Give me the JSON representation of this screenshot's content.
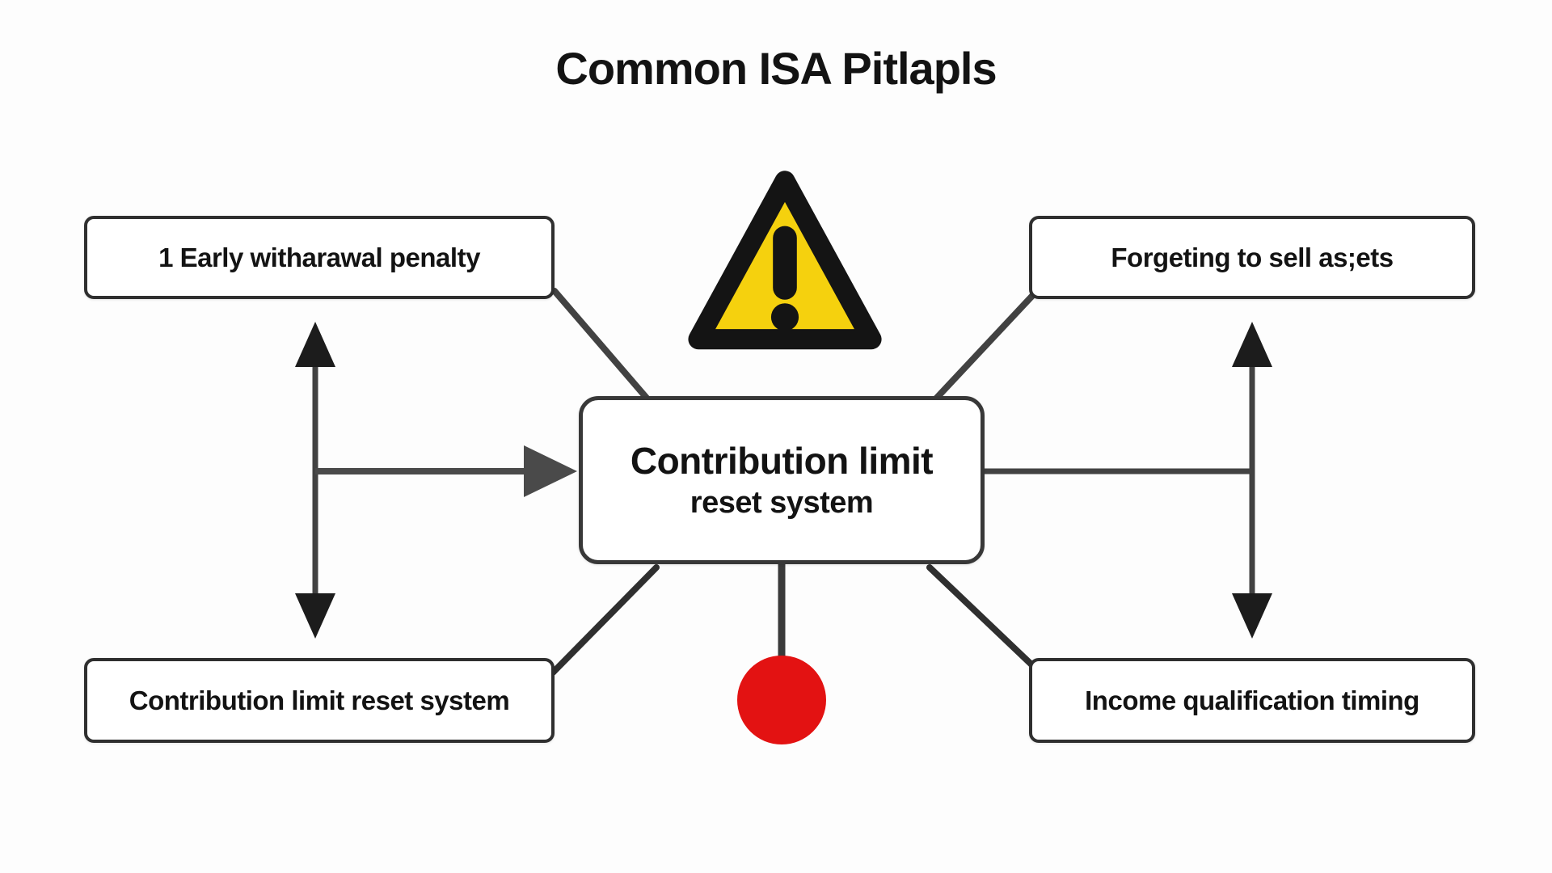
{
  "title": "Common ISA Pitlapls",
  "center": {
    "line1": "Contribution limit",
    "line2": "reset system"
  },
  "nodes": {
    "top_left": "1 Early witharawal penalty",
    "top_right": "Forgeting to sell as;ets",
    "bottom_left": "Contribution limit reset system",
    "bottom_right": "Income qualification timing"
  },
  "icons": {
    "warning": "warning-triangle-icon",
    "alert_dot": "red-circle-icon",
    "left_arrow": "double-headed-vertical-arrow-icon",
    "right_arrow": "double-headed-vertical-arrow-icon",
    "center_arrow": "right-arrowhead-icon"
  },
  "colors": {
    "warning_yellow": "#F5D10E",
    "warning_border": "#141414",
    "alert_red": "#E31212",
    "connector_gray": "#424242",
    "box_border": "#2F2F2F",
    "text": "#131313",
    "background": "#FDFDFD"
  }
}
